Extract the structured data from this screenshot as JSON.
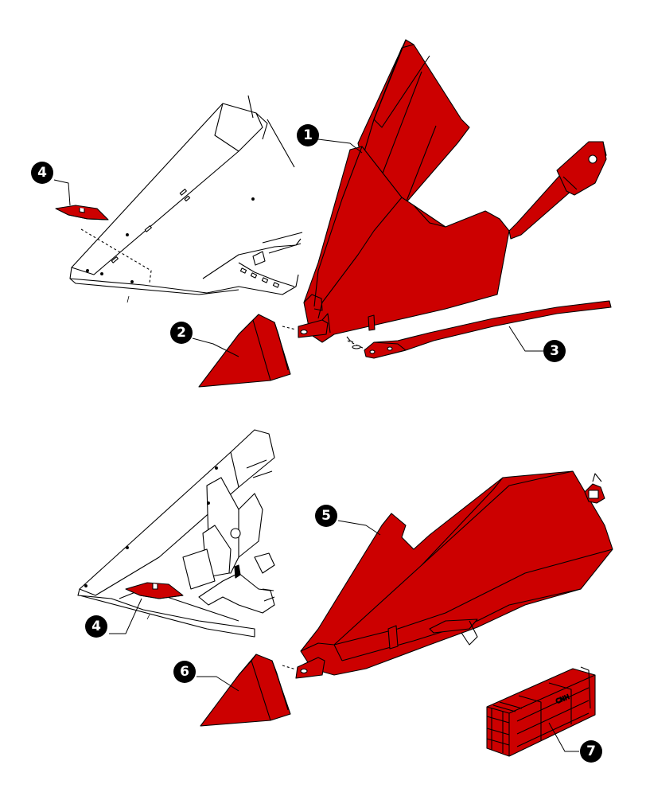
{
  "diagram": {
    "part_color": "#cc0000",
    "outline_color": "#000000",
    "frame_color": "#ffffff",
    "callouts": [
      {
        "id": "1",
        "label": "1"
      },
      {
        "id": "2",
        "label": "2"
      },
      {
        "id": "3",
        "label": "3"
      },
      {
        "id": "4a",
        "label": "4"
      },
      {
        "id": "4b",
        "label": "4"
      },
      {
        "id": "5",
        "label": "5"
      },
      {
        "id": "6",
        "label": "6"
      },
      {
        "id": "7",
        "label": "7"
      }
    ],
    "crate_marking": "CNH"
  }
}
